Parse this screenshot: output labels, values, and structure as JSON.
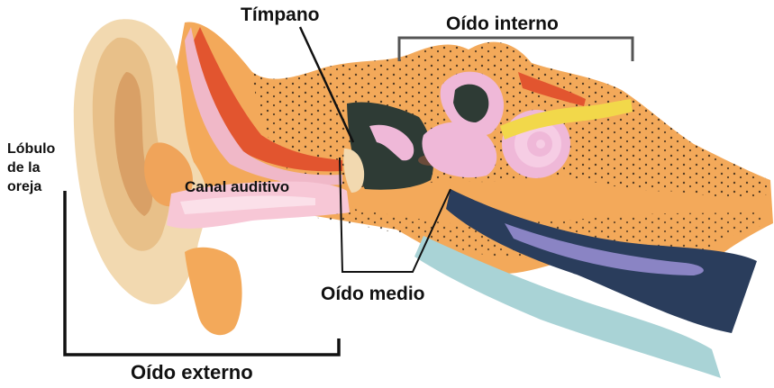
{
  "labels": {
    "timpano": "Tímpano",
    "oido_interno": "Oído interno",
    "lobulo": "Lóbulo de la oreja",
    "canal_auditivo": "Canal auditivo",
    "oido_medio": "Oído medio",
    "oido_externo": "Oído externo"
  },
  "colors": {
    "skin": "#f3a95a",
    "auricle": "#f2d9b0",
    "cartilage": "#e8c089",
    "canal": "#f0b8c8",
    "bone_dots": "#3a2a1a",
    "middle_ear_cavity": "#2e3b35",
    "cochlea": "#efb8d8",
    "nerve": "#f2d84a",
    "tube_dark": "#2a3d5c",
    "tube_light": "#a9d3d6",
    "red_tissue": "#e2552f"
  }
}
